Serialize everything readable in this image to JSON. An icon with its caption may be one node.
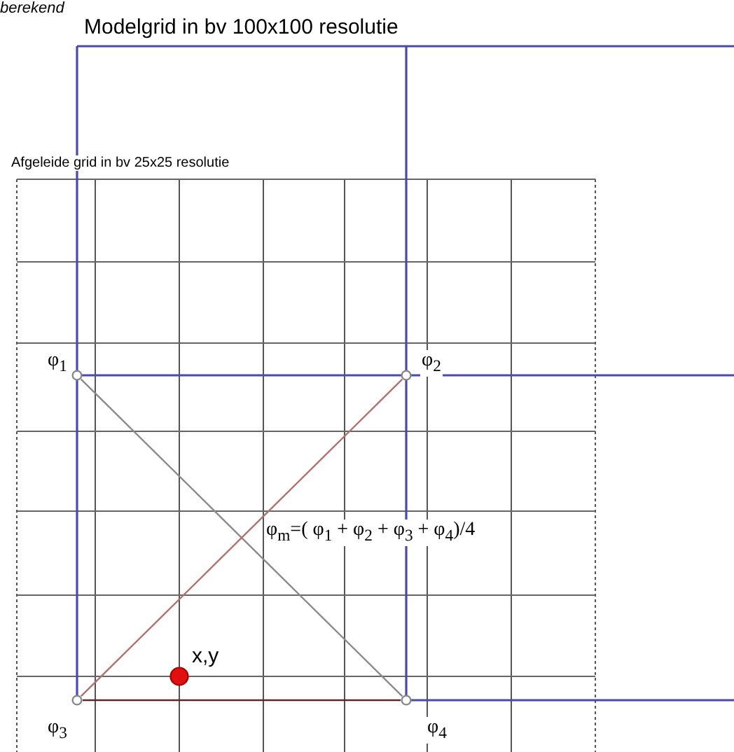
{
  "diagram": {
    "nodes": [
      {
        "text": [],
        "shape": "circle",
        "beside": [
          "φ$_{1}$"
        ]
      },
      {
        "text": [],
        "shape": "circle",
        "beside": [
          "φ$_{2}$"
        ]
      },
      {
        "text": [],
        "shape": "circle",
        "beside": [
          "φ$_{3}$"
        ]
      },
      {
        "text": [],
        "shape": "circle",
        "beside": [
          "φ$_{4}$"
        ]
      },
      {
        "text": [],
        "shape": "circle",
        "beside": [
          "x,y"
        ]
      }
    ],
    "edges": [
      {
        "from": 0,
        "to": 3,
        "arrow": "none",
        "color": "#8a8a8a"
      },
      {
        "from": 2,
        "to": 1,
        "arrow": "none",
        "color": "#b07070"
      },
      {
        "from": 2,
        "to": 3,
        "arrow": "none",
        "color": "#5a2a2a"
      }
    ],
    "labels": [
      "berekend",
      "Modelgrid in bv 100x100  resolutie",
      "Afgeleide grid in bv 25x25 resolutie",
      "φ$_{m}$=( φ$_{1}$ + φ$_{2}$ + φ$_{3}$ + φ$_{4}$)/4"
    ]
  }
}
